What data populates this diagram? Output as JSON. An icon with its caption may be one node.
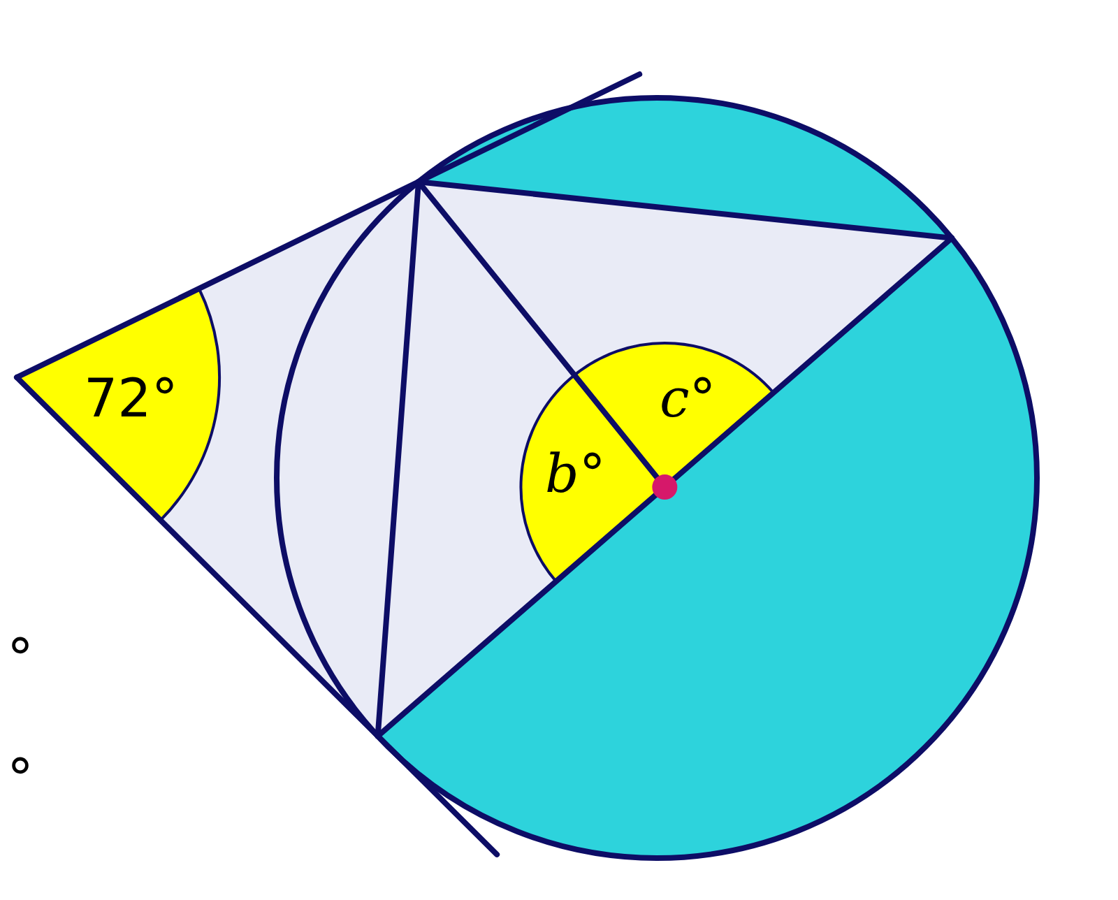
{
  "diagram": {
    "labels": [
      "72°",
      "*b*°",
      "*c*°",
      "°",
      "°"
    ]
  }
}
